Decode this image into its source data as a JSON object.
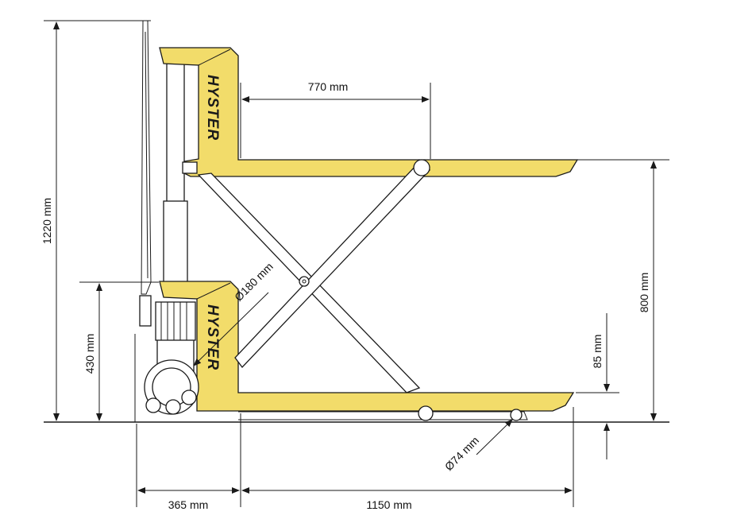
{
  "diagram": {
    "brand": "HYSTER",
    "dimensions": {
      "total_height": "1220 mm",
      "handle_height": "430 mm",
      "fork_length_top": "770 mm",
      "lift_height": "800 mm",
      "lowered_height": "85 mm",
      "front_length": "365 mm",
      "fork_length": "1150 mm",
      "steer_wheel": "Ø180 mm",
      "load_roller": "Ø74 mm"
    },
    "colors": {
      "body_yellow": "#f2dc6a",
      "outline": "#1a1a1a"
    }
  }
}
